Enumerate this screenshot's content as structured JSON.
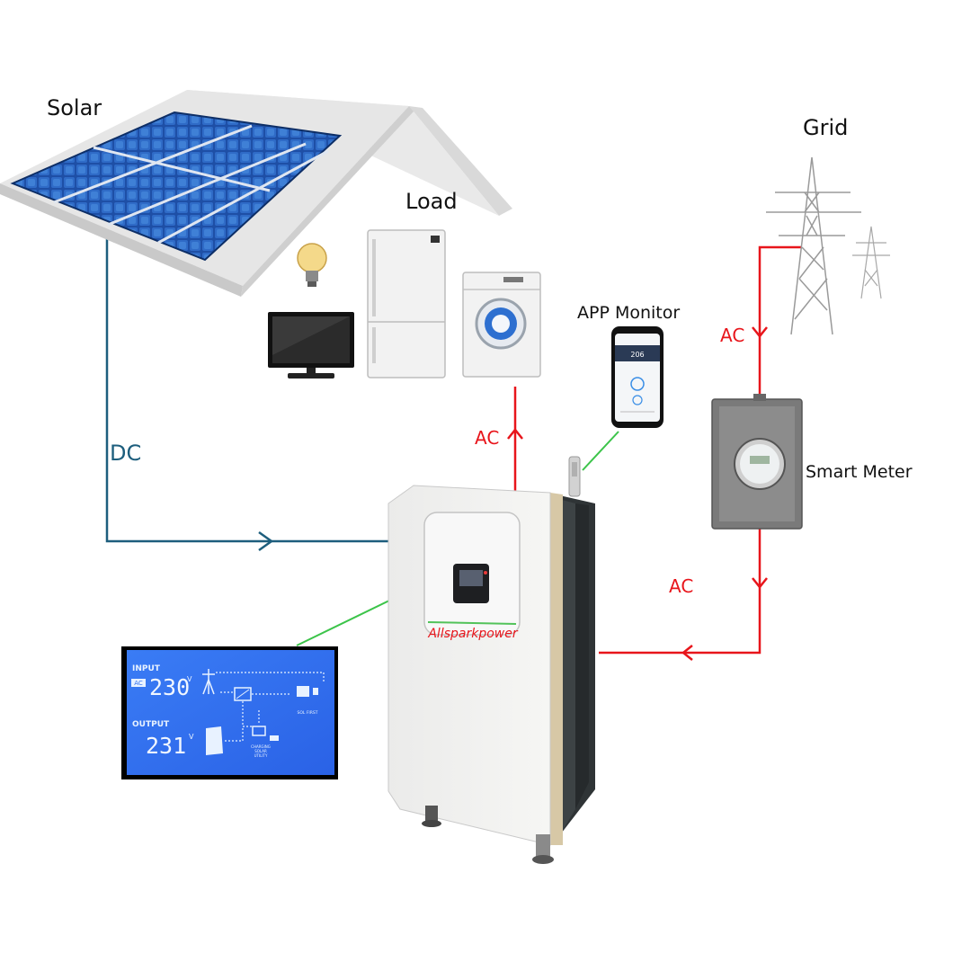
{
  "labels": {
    "solar": "Solar",
    "load": "Load",
    "grid": "Grid",
    "app_monitor": "APP Monitor",
    "smart_meter": "Smart Meter",
    "dc": "DC",
    "ac_load": "AC",
    "ac_grid": "AC",
    "ac_meter": "AC"
  },
  "inverter": {
    "brand_part1": "Allspark",
    "brand_part2": "power"
  },
  "lcd": {
    "input_label": "INPUT",
    "input_sub": "AC",
    "input_value": "230",
    "input_unit": "V",
    "output_label": "OUTPUT",
    "output_value": "231",
    "output_unit": "V",
    "sol_first": "SOL FIRST",
    "charging_line1": "CHARGING",
    "charging_line2": "SOLAR",
    "charging_line3": "UTILITY"
  },
  "phone": {
    "reading": "206"
  },
  "colors": {
    "ac_line": "#e8151b",
    "dc_line": "#1d5e7d",
    "link_line": "#3cc44a",
    "lcd_bg": "#2f6ff0"
  }
}
